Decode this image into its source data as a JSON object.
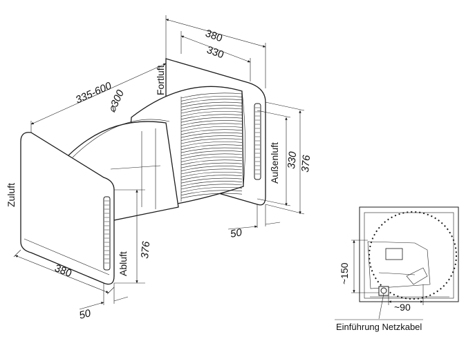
{
  "dimensions": {
    "outer_width_top": "380",
    "inner_width_top": "330",
    "wall_depth": "335-600",
    "diameter": "⌀300",
    "outer_height_right": "376",
    "inner_height_right": "330",
    "offset_right": "50",
    "height_left": "376",
    "width_bottom": "380",
    "offset_bottom": "50",
    "detail_vertical": "~150",
    "detail_horizontal": "~90"
  },
  "labels": {
    "zuluft": "Zuluft",
    "fortluft": "Fortluft",
    "aussenluft": "Außenluft",
    "abluft": "Abluft",
    "cable_entry": "Einführung Netzkabel"
  }
}
